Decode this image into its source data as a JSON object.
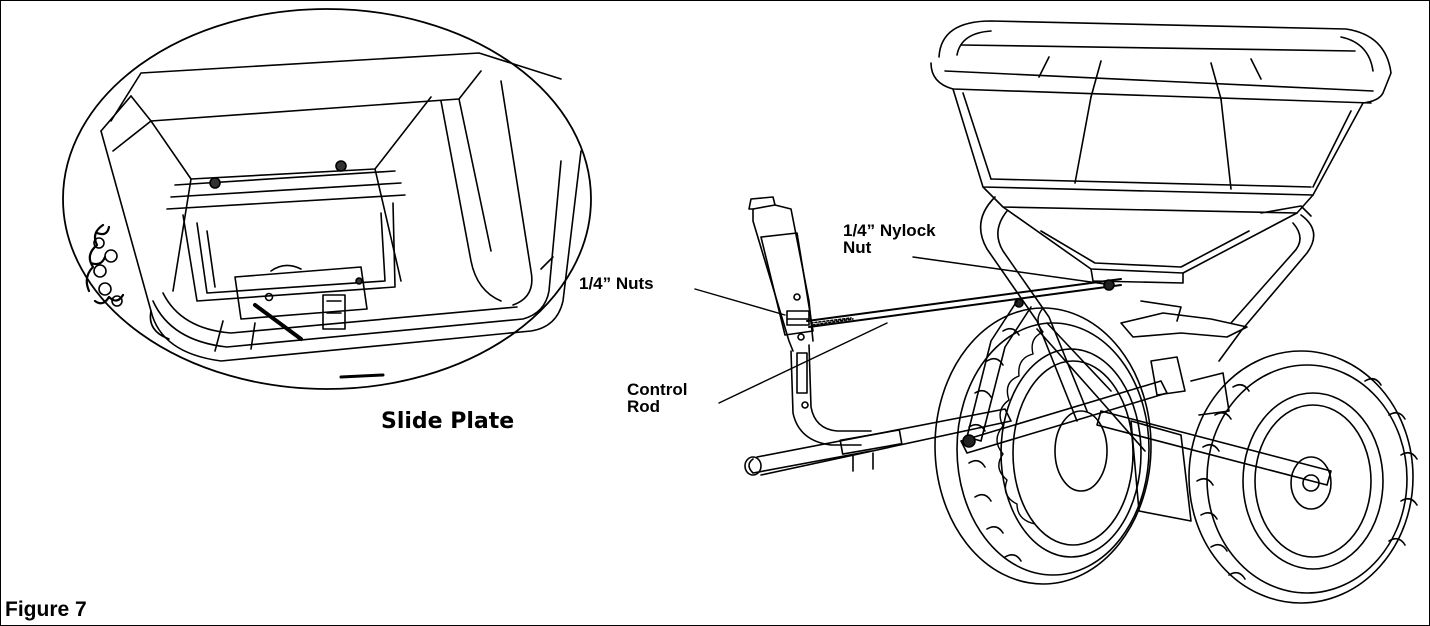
{
  "figure": {
    "caption": "Figure 7"
  },
  "callouts": {
    "slide_plate": "Slide Plate",
    "nuts": "1/4” Nuts",
    "nylock_nut": "1/4” Nylock\nNut",
    "control_rod": "Control\nRod"
  }
}
